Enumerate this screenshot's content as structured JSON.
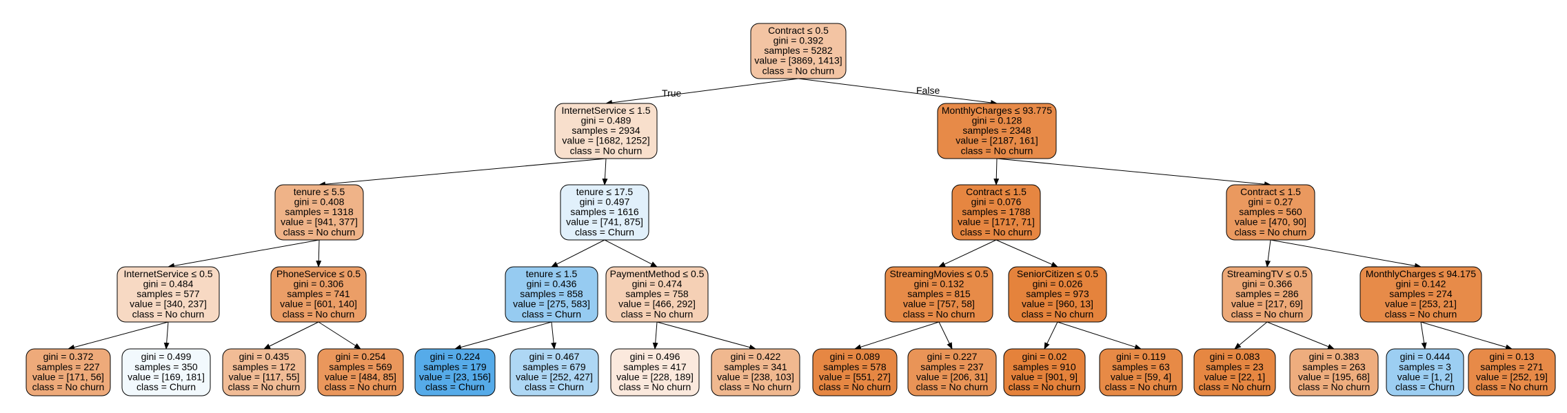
{
  "tree": {
    "colors": {
      "no_churn": "#e58139",
      "churn": "#399de5"
    },
    "edge_labels": {
      "left": "True",
      "right": "False"
    },
    "nodes": [
      {
        "id": "n0",
        "lines": [
          "Contract ≤ 0.5",
          "gini = 0.392",
          "samples = 5282",
          "value = [3869, 1413]",
          "class = No churn"
        ],
        "class": "no_churn",
        "purity": 0.465
      },
      {
        "id": "n1",
        "parent": "n0",
        "lines": [
          "InternetService ≤ 1.5",
          "gini = 0.489",
          "samples = 2934",
          "value = [1682, 1252]",
          "class = No churn"
        ],
        "class": "no_churn",
        "purity": 0.256
      },
      {
        "id": "n2",
        "parent": "n0",
        "lines": [
          "MonthlyCharges ≤ 93.775",
          "gini = 0.128",
          "samples = 2348",
          "value = [2187, 161]",
          "class = No churn"
        ],
        "class": "no_churn",
        "purity": 0.926
      },
      {
        "id": "n3",
        "parent": "n1",
        "lines": [
          "tenure ≤ 5.5",
          "gini = 0.408",
          "samples = 1318",
          "value = [941, 377]",
          "class = No churn"
        ],
        "class": "no_churn",
        "purity": 0.6
      },
      {
        "id": "n4",
        "parent": "n1",
        "lines": [
          "tenure ≤ 17.5",
          "gini = 0.497",
          "samples = 1616",
          "value = [741, 875]",
          "class = Churn"
        ],
        "class": "churn",
        "purity": 0.153
      },
      {
        "id": "n5",
        "parent": "n2",
        "lines": [
          "Contract ≤ 1.5",
          "gini = 0.076",
          "samples = 1788",
          "value = [1717, 71]",
          "class = No churn"
        ],
        "class": "no_churn",
        "purity": 0.959
      },
      {
        "id": "n6",
        "parent": "n2",
        "lines": [
          "Contract ≤ 1.5",
          "gini = 0.27",
          "samples = 560",
          "value = [470, 90]",
          "class = No churn"
        ],
        "class": "no_churn",
        "purity": 0.809
      },
      {
        "id": "n7",
        "parent": "n3",
        "lines": [
          "InternetService ≤ 0.5",
          "gini = 0.484",
          "samples = 577",
          "value = [340, 237]",
          "class = No churn"
        ],
        "class": "no_churn",
        "purity": 0.303
      },
      {
        "id": "n8",
        "parent": "n3",
        "lines": [
          "PhoneService ≤ 0.5",
          "gini = 0.306",
          "samples = 741",
          "value = [601, 140]",
          "class = No churn"
        ],
        "class": "no_churn",
        "purity": 0.767
      },
      {
        "id": "n9",
        "parent": "n4",
        "lines": [
          "tenure ≤ 1.5",
          "gini = 0.436",
          "samples = 858",
          "value = [275, 583]",
          "class = Churn"
        ],
        "class": "churn",
        "purity": 0.528
      },
      {
        "id": "n10",
        "parent": "n4",
        "lines": [
          "PaymentMethod ≤ 0.5",
          "gini = 0.474",
          "samples = 758",
          "value = [466, 292]",
          "class = No churn"
        ],
        "class": "no_churn",
        "purity": 0.373
      },
      {
        "id": "n11",
        "parent": "n5",
        "lines": [
          "StreamingMovies ≤ 0.5",
          "gini = 0.132",
          "samples = 815",
          "value = [757, 58]",
          "class = No churn"
        ],
        "class": "no_churn",
        "purity": 0.923
      },
      {
        "id": "n12",
        "parent": "n5",
        "lines": [
          "SeniorCitizen ≤ 0.5",
          "gini = 0.026",
          "samples = 973",
          "value = [960, 13]",
          "class = No churn"
        ],
        "class": "no_churn",
        "purity": 0.986
      },
      {
        "id": "n13",
        "parent": "n6",
        "lines": [
          "StreamingTV ≤ 0.5",
          "gini = 0.366",
          "samples = 286",
          "value = [217, 69]",
          "class = No churn"
        ],
        "class": "no_churn",
        "purity": 0.682
      },
      {
        "id": "n14",
        "parent": "n6",
        "lines": [
          "MonthlyCharges ≤ 94.175",
          "gini = 0.142",
          "samples = 274",
          "value = [253, 21]",
          "class = No churn"
        ],
        "class": "no_churn",
        "purity": 0.917
      },
      {
        "id": "n15",
        "parent": "n7",
        "lines": [
          "gini = 0.372",
          "samples = 227",
          "value = [171, 56]",
          "class = No churn"
        ],
        "class": "no_churn",
        "purity": 0.673
      },
      {
        "id": "n16",
        "parent": "n7",
        "lines": [
          "gini = 0.499",
          "samples = 350",
          "value = [169, 181]",
          "class = Churn"
        ],
        "class": "churn",
        "purity": 0.066
      },
      {
        "id": "n17",
        "parent": "n8",
        "lines": [
          "gini = 0.435",
          "samples = 172",
          "value = [117, 55]",
          "class = No churn"
        ],
        "class": "no_churn",
        "purity": 0.53
      },
      {
        "id": "n18",
        "parent": "n8",
        "lines": [
          "gini = 0.254",
          "samples = 569",
          "value = [484, 85]",
          "class = No churn"
        ],
        "class": "no_churn",
        "purity": 0.824
      },
      {
        "id": "n19",
        "parent": "n9",
        "lines": [
          "gini = 0.224",
          "samples = 179",
          "value = [23, 156]",
          "class = Churn"
        ],
        "class": "churn",
        "purity": 0.853
      },
      {
        "id": "n20",
        "parent": "n9",
        "lines": [
          "gini = 0.467",
          "samples = 679",
          "value = [252, 427]",
          "class = Churn"
        ],
        "class": "churn",
        "purity": 0.41
      },
      {
        "id": "n21",
        "parent": "n10",
        "lines": [
          "gini = 0.496",
          "samples = 417",
          "value = [228, 189]",
          "class = No churn"
        ],
        "class": "no_churn",
        "purity": 0.171
      },
      {
        "id": "n22",
        "parent": "n10",
        "lines": [
          "gini = 0.422",
          "samples = 341",
          "value = [238, 103]",
          "class = No churn"
        ],
        "class": "no_churn",
        "purity": 0.567
      },
      {
        "id": "n23",
        "parent": "n11",
        "lines": [
          "gini = 0.089",
          "samples = 578",
          "value = [551, 27]",
          "class = No churn"
        ],
        "class": "no_churn",
        "purity": 0.951
      },
      {
        "id": "n24",
        "parent": "n11",
        "lines": [
          "gini = 0.227",
          "samples = 237",
          "value = [206, 31]",
          "class = No churn"
        ],
        "class": "no_churn",
        "purity": 0.85
      },
      {
        "id": "n25",
        "parent": "n12",
        "lines": [
          "gini = 0.02",
          "samples = 910",
          "value = [901, 9]",
          "class = No churn"
        ],
        "class": "no_churn",
        "purity": 0.99
      },
      {
        "id": "n26",
        "parent": "n12",
        "lines": [
          "gini = 0.119",
          "samples = 63",
          "value = [59, 4]",
          "class = No churn"
        ],
        "class": "no_churn",
        "purity": 0.932
      },
      {
        "id": "n27",
        "parent": "n13",
        "lines": [
          "gini = 0.083",
          "samples = 23",
          "value = [22, 1]",
          "class = No churn"
        ],
        "class": "no_churn",
        "purity": 0.955
      },
      {
        "id": "n28",
        "parent": "n13",
        "lines": [
          "gini = 0.383",
          "samples = 263",
          "value = [195, 68]",
          "class = No churn"
        ],
        "class": "no_churn",
        "purity": 0.651
      },
      {
        "id": "n29",
        "parent": "n14",
        "lines": [
          "gini = 0.444",
          "samples = 3",
          "value = [1, 2]",
          "class = Churn"
        ],
        "class": "churn",
        "purity": 0.5
      },
      {
        "id": "n30",
        "parent": "n14",
        "lines": [
          "gini = 0.13",
          "samples = 271",
          "value = [252, 19]",
          "class = No churn"
        ],
        "class": "no_churn",
        "purity": 0.925
      }
    ]
  }
}
